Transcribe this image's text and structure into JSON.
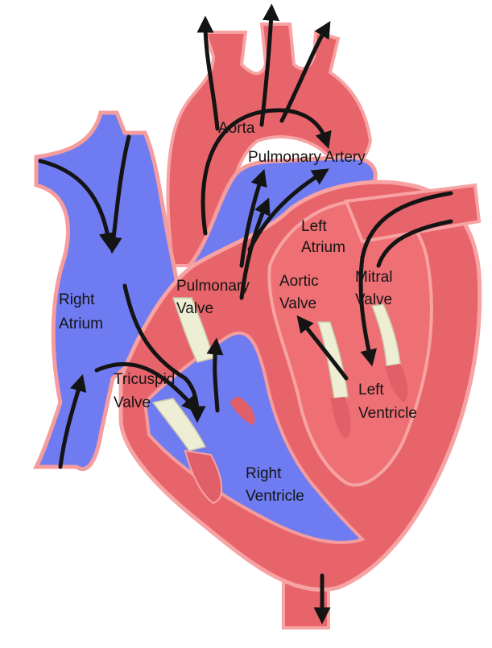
{
  "colors": {
    "oxygenated": "#e8646b",
    "oxygenated_edge": "#f7a3a3",
    "deoxygenated": "#6f7bf0",
    "deoxygenated_edge": "#f49c9e",
    "valve": "#eeeed4",
    "arrow": "#141414",
    "label": "#141414"
  },
  "labels": {
    "aorta": "Aorta",
    "pulmonary_artery": "Pulmonary Artery",
    "left_atrium_1": "Left",
    "left_atrium_2": "Atrium",
    "right_atrium_1": "Right",
    "right_atrium_2": "Atrium",
    "pulmonary_valve_1": "Pulmonary",
    "pulmonary_valve_2": "Valve",
    "aortic_valve_1": "Aortic",
    "aortic_valve_2": "Valve",
    "mitral_valve_1": "Mitral",
    "mitral_valve_2": "Valve",
    "tricuspid_valve_1": "Tricuspid",
    "tricuspid_valve_2": "Valve",
    "left_ventricle_1": "Left",
    "left_ventricle_2": "Ventricle",
    "right_ventricle_1": "Right",
    "right_ventricle_2": "Ventricle"
  }
}
